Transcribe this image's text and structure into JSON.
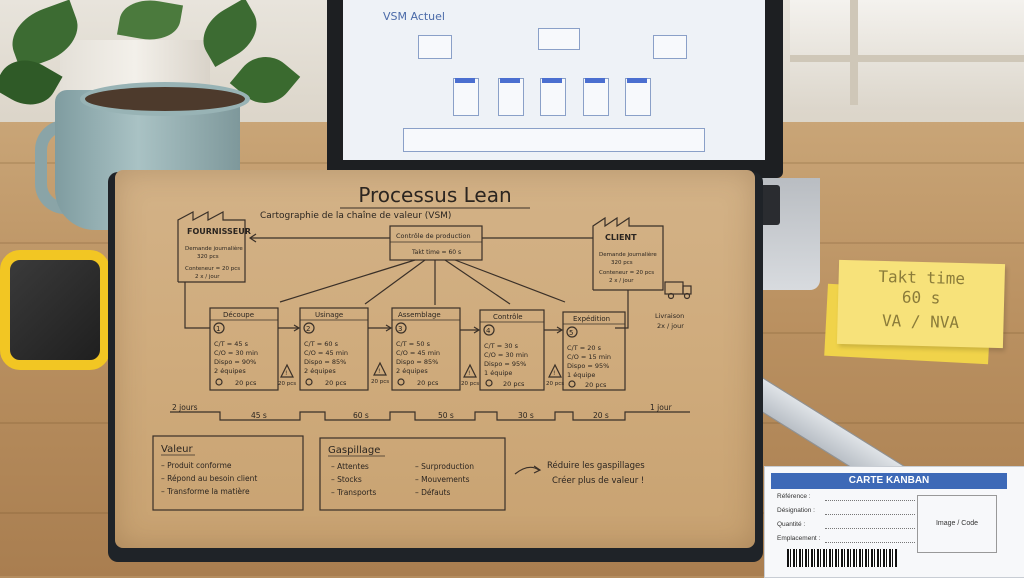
{
  "laptop": {
    "screen_title": "VSM Actuel"
  },
  "notebook": {
    "title": "Processus Lean",
    "subtitle": "Cartographie de la chaîne de valeur (VSM)",
    "supplier": {
      "label": "FOURNISSEUR",
      "line1": "Demande journalière",
      "line2": "320 pcs",
      "line3": "Conteneur = 20 pcs",
      "line4": "2 x / jour"
    },
    "client": {
      "label": "CLIENT",
      "line1": "Demande journalière",
      "line2": "320 pcs",
      "line3": "Conteneur = 20 pcs",
      "line4": "2 x / jour"
    },
    "control": {
      "label": "Contrôle de production",
      "takt": "Takt time = 60 s"
    },
    "delivery": {
      "label": "Livraison",
      "freq": "2x / jour"
    },
    "processes": [
      {
        "num": "1",
        "name": "Découpe",
        "ct": "C/T = 45 s",
        "co": "C/O = 30 min",
        "dispo": "Dispo = 90%",
        "staff": "2 équipes",
        "pcs": "20 pcs",
        "inv": "20 pcs"
      },
      {
        "num": "2",
        "name": "Usinage",
        "ct": "C/T = 60 s",
        "co": "C/O = 45 min",
        "dispo": "Dispo = 85%",
        "staff": "2 équipes",
        "pcs": "20 pcs",
        "inv": "20 pcs"
      },
      {
        "num": "3",
        "name": "Assemblage",
        "ct": "C/T = 50 s",
        "co": "C/O = 45 min",
        "dispo": "Dispo = 85%",
        "staff": "2 équipes",
        "pcs": "20 pcs",
        "inv": "20 pcs"
      },
      {
        "num": "4",
        "name": "Contrôle",
        "ct": "C/T = 30 s",
        "co": "C/O = 30 min",
        "dispo": "Dispo = 95%",
        "staff": "1 équipe",
        "pcs": "20 pcs",
        "inv": "20 pcs"
      },
      {
        "num": "5",
        "name": "Expédition",
        "ct": "C/T = 20 s",
        "co": "C/O = 15 min",
        "dispo": "Dispo = 95%",
        "staff": "1 équipe",
        "pcs": "20 pcs",
        "inv": ""
      }
    ],
    "timeline": {
      "start": "2 jours",
      "end": "1 jour",
      "times": [
        "45 s",
        "60 s",
        "50 s",
        "30 s",
        "20 s"
      ]
    },
    "valeur": {
      "heading": "Valeur",
      "items": [
        "– Produit conforme",
        "– Répond au besoin client",
        "– Transforme la matière"
      ]
    },
    "gaspillage": {
      "heading": "Gaspillage",
      "left": [
        "– Attentes",
        "– Stocks",
        "– Transports"
      ],
      "right": [
        "– Surproduction",
        "– Mouvements",
        "– Défauts"
      ]
    },
    "conclusion": {
      "line1": "Réduire les gaspillages",
      "line2": "Créer plus de valeur !"
    }
  },
  "sticky": {
    "line1": "Takt time",
    "line2": "60 s",
    "line3": "VA / NVA"
  },
  "kanban": {
    "title": "CARTE KANBAN",
    "fields": [
      "Référence :",
      "Désignation :",
      "Quantité :",
      "Emplacement :"
    ],
    "image_label": "Image / Code"
  }
}
